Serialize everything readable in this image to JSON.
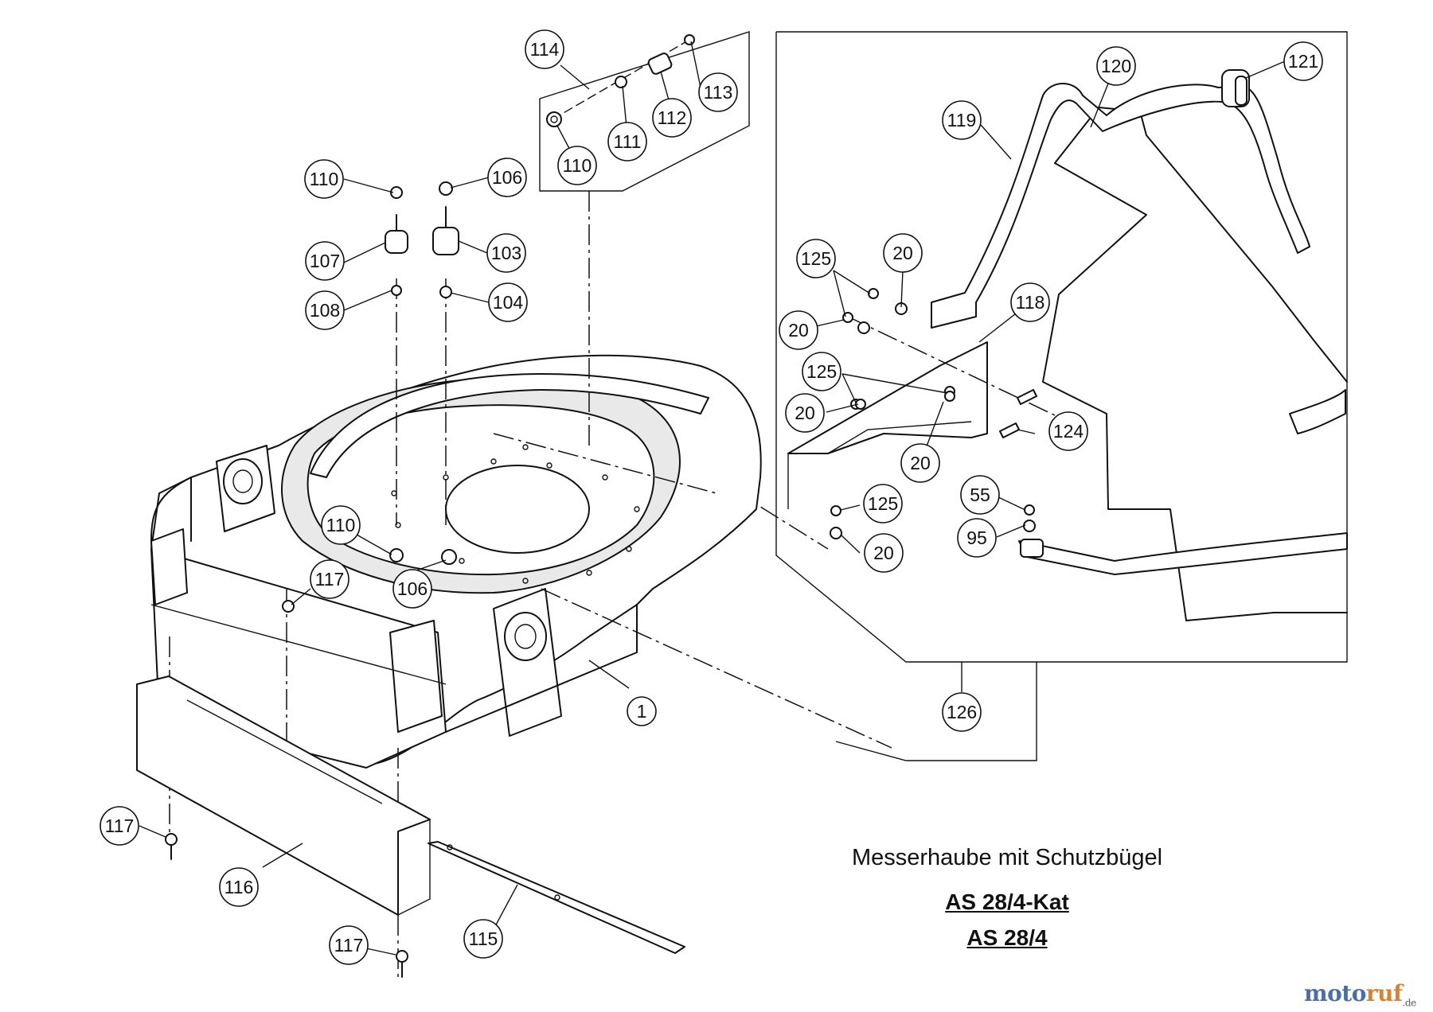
{
  "caption": {
    "title": "Messerhaube mit Schutzbügel",
    "models": [
      "AS 28/4-Kat",
      "AS 28/4"
    ]
  },
  "logo": {
    "part1": "moto",
    "part2": "ruf",
    "suffix": ".de"
  },
  "callouts": [
    "114",
    "113",
    "112",
    "111",
    "110",
    "110",
    "106",
    "107",
    "103",
    "108",
    "104",
    "110",
    "106",
    "117",
    "1",
    "116",
    "117",
    "115",
    "117",
    "120",
    "121",
    "119",
    "125",
    "20",
    "118",
    "20",
    "125",
    "20",
    "124",
    "20",
    "125",
    "20",
    "55",
    "95",
    "126"
  ]
}
